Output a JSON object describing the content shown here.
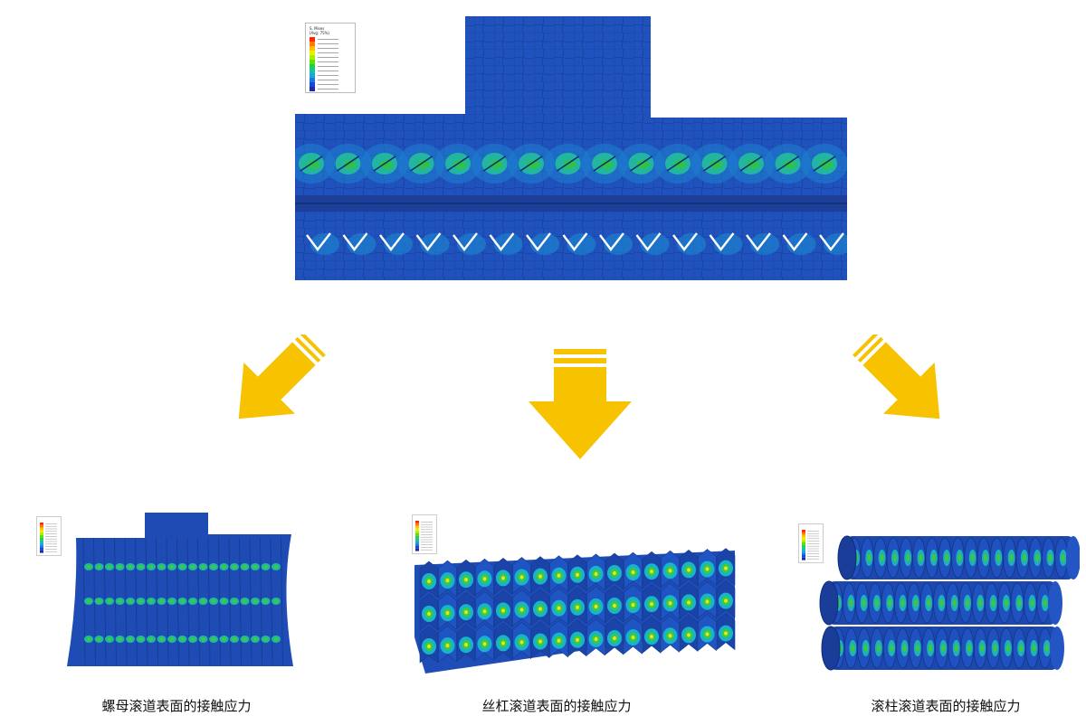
{
  "legend": {
    "title_line1": "S, Mises",
    "title_line2": "(Avg: 75%)",
    "colors": [
      "#ff2a00",
      "#ff7a00",
      "#ffc000",
      "#e8f000",
      "#a8ee00",
      "#5ee000",
      "#1ed04a",
      "#14c49a",
      "#1aa6d8",
      "#1a78e6",
      "#1846d8",
      "#1c2ca8"
    ]
  },
  "colors": {
    "arrow": "#f7c300",
    "mesh_dark": "#1a3f9c",
    "mesh_base": "#1f4fb8",
    "mesh_light": "#2a6fe0",
    "contact_green": "#2ec24a",
    "contact_yellow": "#e0e020"
  },
  "captions": {
    "nut": "螺母滚道表面的接触应力",
    "screw": "丝杠滚道表面的接触应力",
    "roller": "滚柱滚道表面的接触应力"
  }
}
